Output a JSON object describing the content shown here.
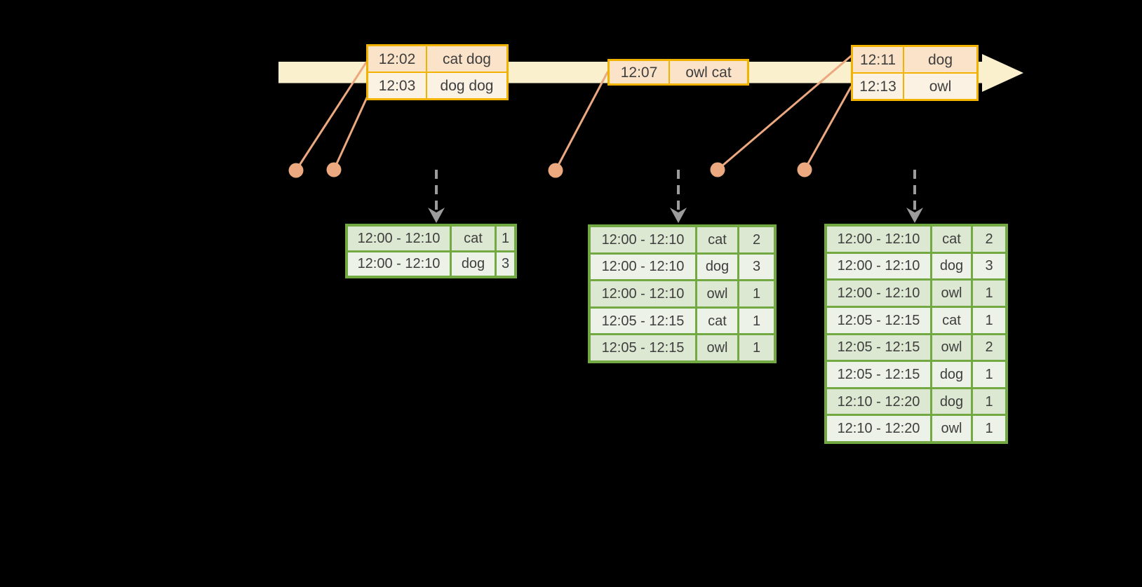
{
  "colors": {
    "background": "#000000",
    "timeline_fill": "#FAF0CD",
    "event_table_border": "#F2B200",
    "event_row_fill_dark": "#FAE3C8",
    "event_row_fill_light": "#FCF2E4",
    "result_table_border": "#73A943",
    "result_row_fill_dark": "#DDE8D2",
    "result_row_fill_light": "#EDF2E8",
    "connector": "#ECA87E",
    "trigger_arrow": "#9C9C9C",
    "text": "#3E3E3E"
  },
  "event_tables": [
    {
      "rows": [
        {
          "time": "12:02",
          "words": "cat dog"
        },
        {
          "time": "12:03",
          "words": "dog dog"
        }
      ]
    },
    {
      "rows": [
        {
          "time": "12:07",
          "words": "owl cat"
        }
      ]
    },
    {
      "rows": [
        {
          "time": "12:11",
          "words": "dog"
        },
        {
          "time": "12:13",
          "words": "owl"
        }
      ]
    }
  ],
  "result_tables": [
    {
      "rows": [
        {
          "window": "12:00 - 12:10",
          "word": "cat",
          "count": "1"
        },
        {
          "window": "12:00 - 12:10",
          "word": "dog",
          "count": "3"
        }
      ]
    },
    {
      "rows": [
        {
          "window": "12:00 - 12:10",
          "word": "cat",
          "count": "2"
        },
        {
          "window": "12:00 - 12:10",
          "word": "dog",
          "count": "3"
        },
        {
          "window": "12:00 - 12:10",
          "word": "owl",
          "count": "1"
        },
        {
          "window": "12:05 - 12:15",
          "word": "cat",
          "count": "1"
        },
        {
          "window": "12:05 - 12:15",
          "word": "owl",
          "count": "1"
        }
      ]
    },
    {
      "rows": [
        {
          "window": "12:00 - 12:10",
          "word": "cat",
          "count": "2"
        },
        {
          "window": "12:00 - 12:10",
          "word": "dog",
          "count": "3"
        },
        {
          "window": "12:00 - 12:10",
          "word": "owl",
          "count": "1"
        },
        {
          "window": "12:05 - 12:15",
          "word": "cat",
          "count": "1"
        },
        {
          "window": "12:05 - 12:15",
          "word": "owl",
          "count": "2"
        },
        {
          "window": "12:05 - 12:15",
          "word": "dog",
          "count": "1"
        },
        {
          "window": "12:10 - 12:20",
          "word": "dog",
          "count": "1"
        },
        {
          "window": "12:10 - 12:20",
          "word": "owl",
          "count": "1"
        }
      ]
    }
  ]
}
